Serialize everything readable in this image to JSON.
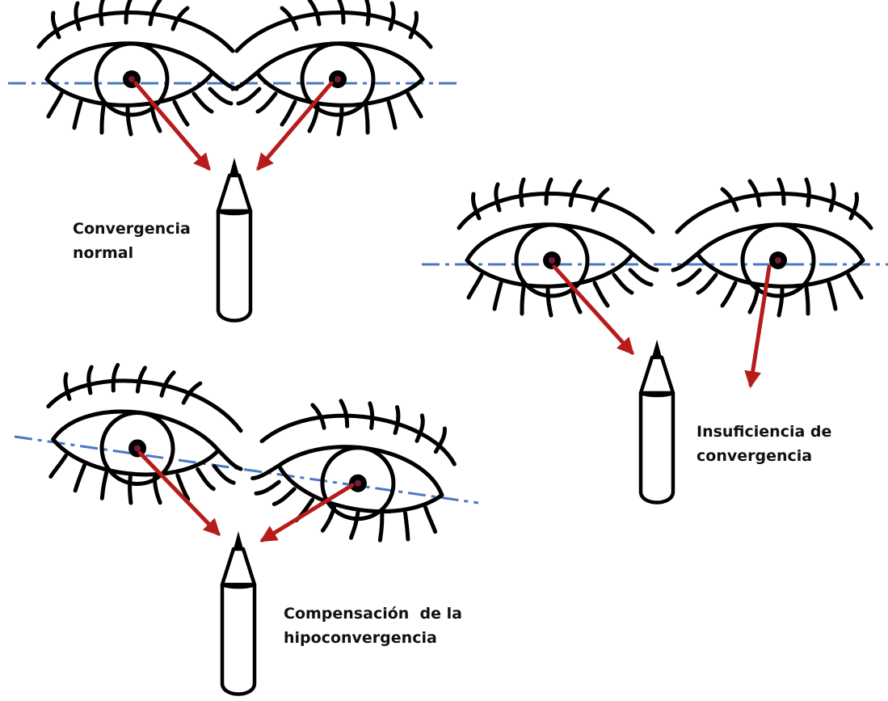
{
  "colors": {
    "gaze_arrow": "#b71c1c",
    "axis_line": "#4a78c2",
    "outline": "#000000",
    "pupil_highlight": "#7a1a3a"
  },
  "panels": [
    {
      "id": "normal",
      "label_lines": [
        "Convergencia",
        "normal"
      ]
    },
    {
      "id": "insuficiencia",
      "label_lines": [
        "Insuficiencia de",
        "convergencia"
      ]
    },
    {
      "id": "compensacion",
      "label_lines": [
        "Compensación  de la",
        "hipoconvergencia"
      ]
    }
  ],
  "icons": [
    "eye-icon",
    "pencil-icon",
    "gaze-arrow-icon",
    "eye-axis-line-icon"
  ]
}
